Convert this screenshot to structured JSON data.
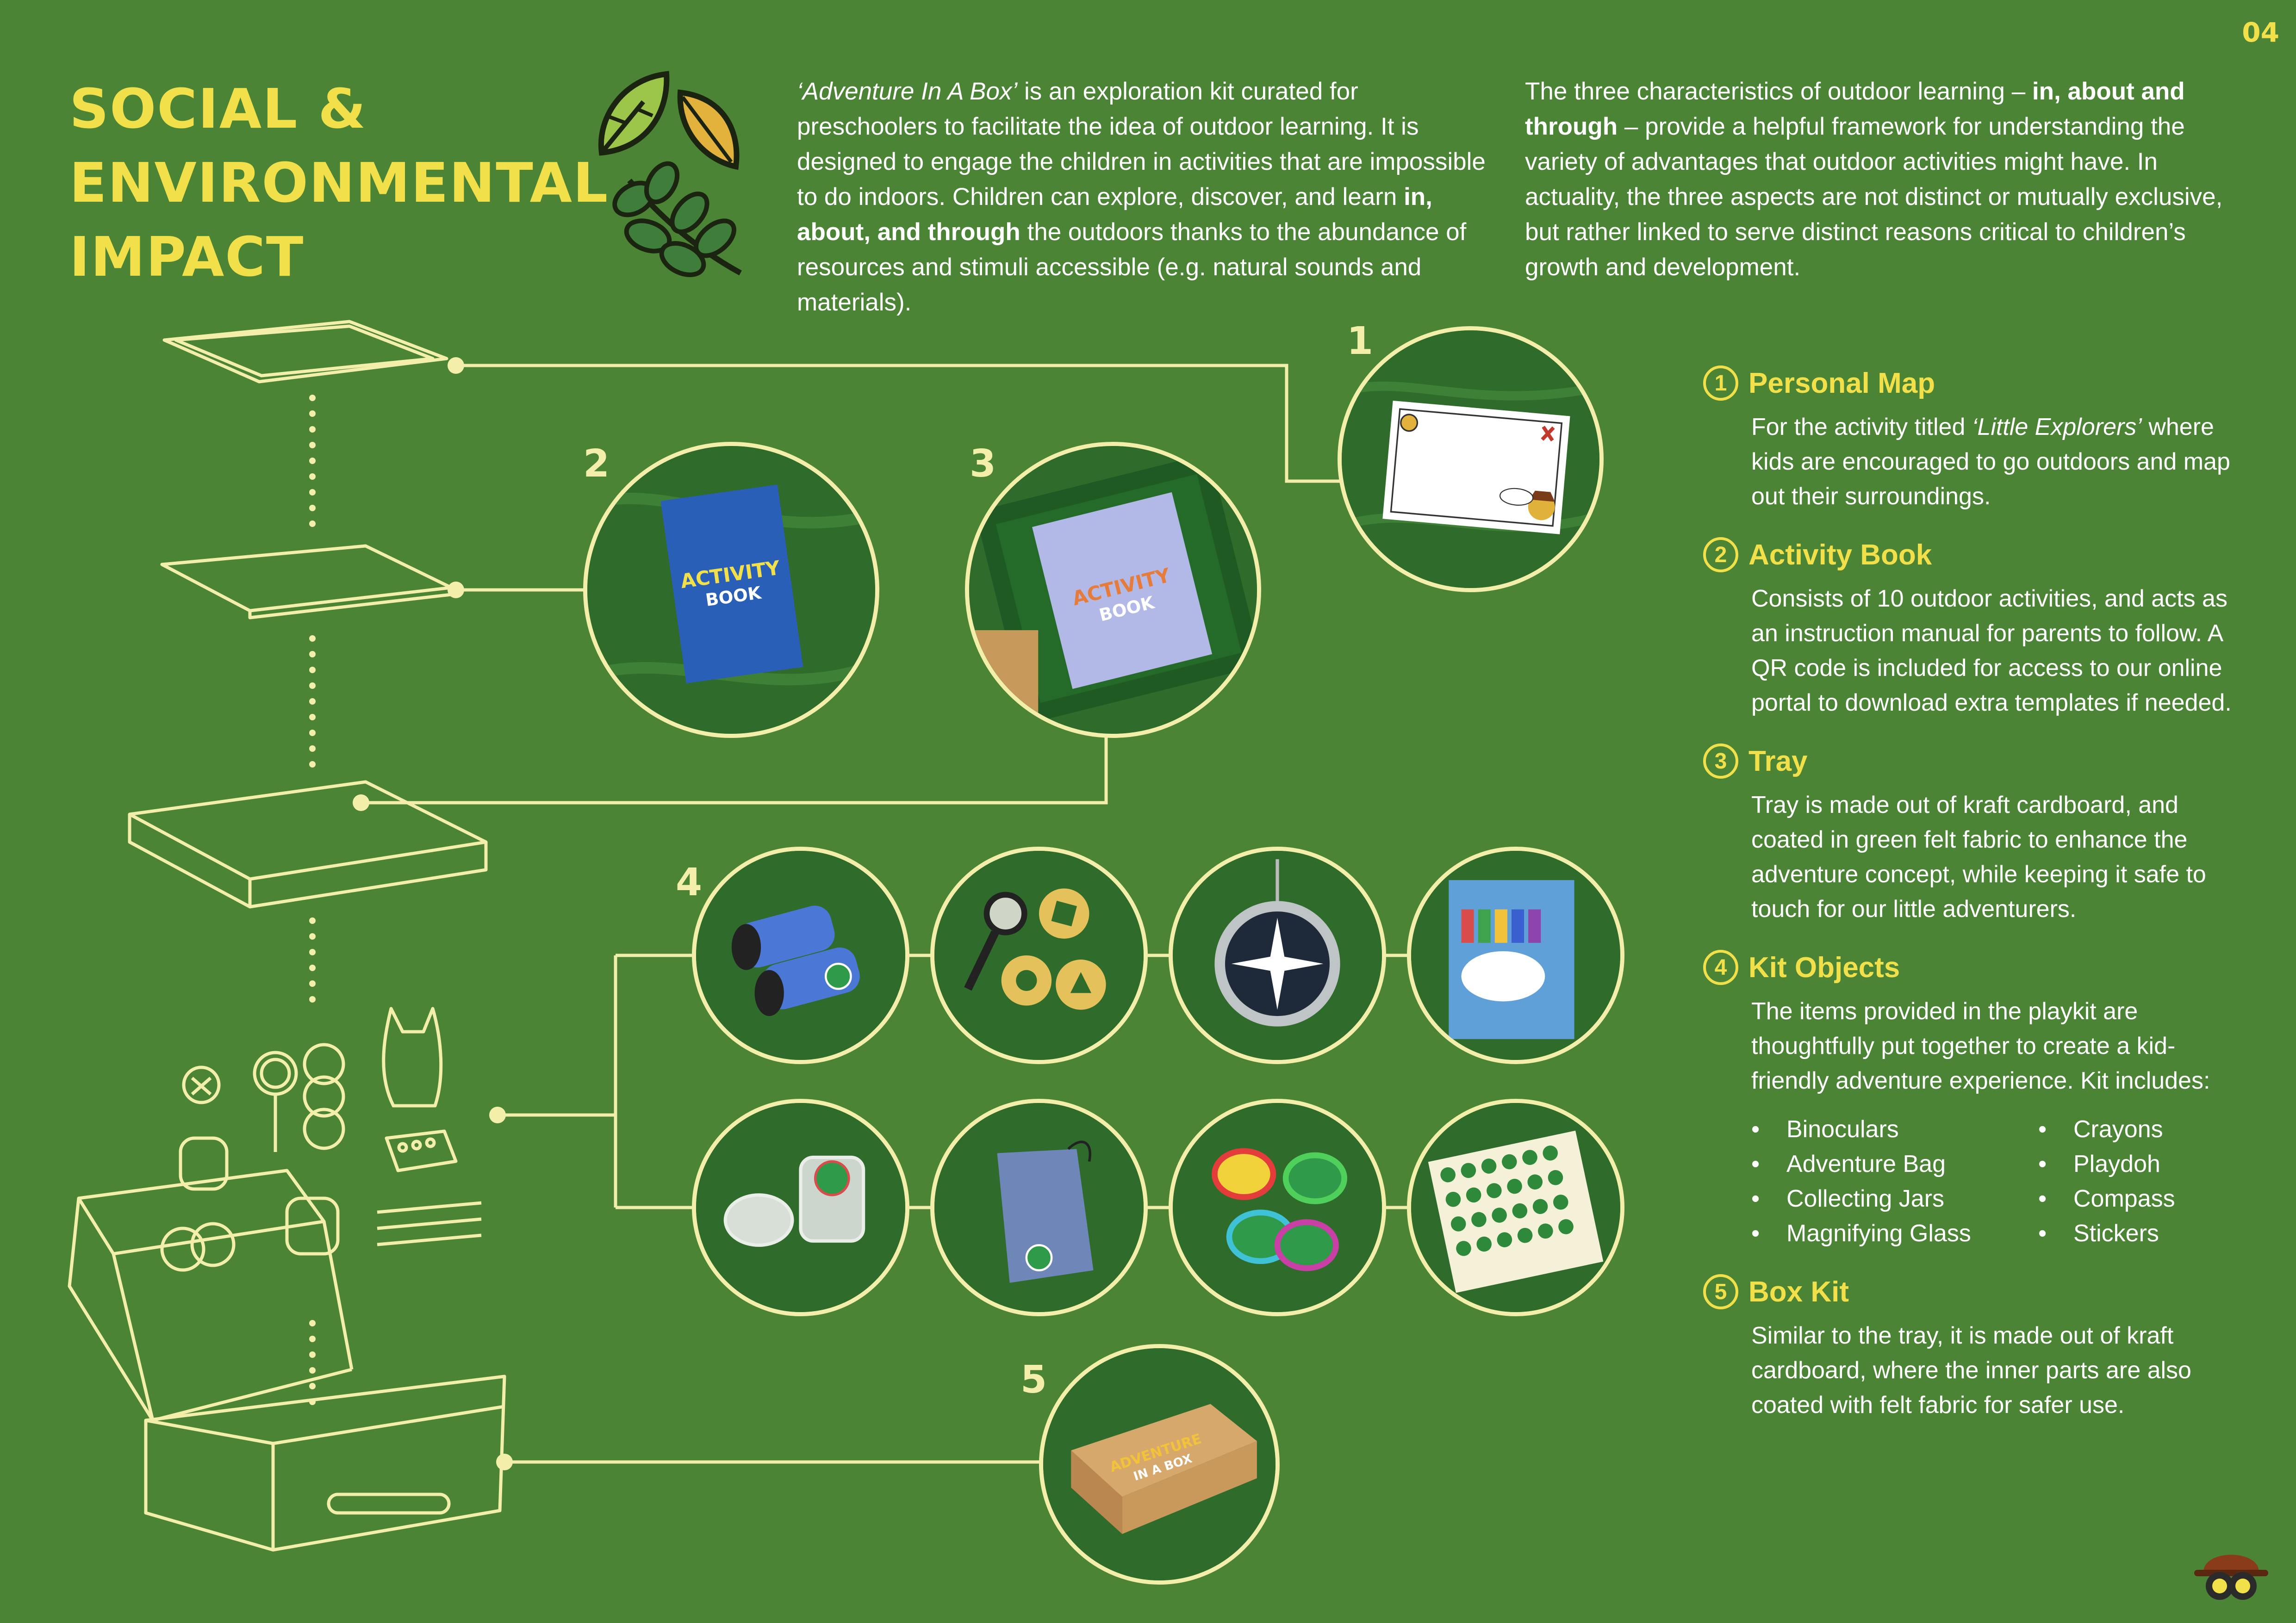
{
  "page_number": "04",
  "title": {
    "line1": "SOCIAL &",
    "line2": "ENVIRONMENTAL",
    "line3": "IMPACT"
  },
  "intro": {
    "col1": {
      "part1": "‘Adventure In A Box’",
      "part2": " is an exploration kit curated for preschoolers to facilitate the idea of outdoor learning. It is designed to engage the children in activities that are impossible to do indoors. Children can explore, discover, and learn ",
      "part3": "in, about, and through",
      "part4": " the outdoors thanks to the abundance of resources and stimuli accessible (e.g. natural sounds and materials)."
    },
    "col2": {
      "part1": "The three characteristics of outdoor learning – ",
      "part2": "in, about and through",
      "part3": " – provide a helpful framework for understanding the variety of advantages that  outdoor activities might have. In actuality, the three aspects are not distinct or mutually exclusive, but rather linked to serve distinct reasons critical to children’s growth and development."
    }
  },
  "photo_labels": {
    "n1": "1",
    "n2": "2",
    "n3": "3",
    "n4": "4",
    "n5": "5"
  },
  "photo_texts": {
    "book_line1": "ACTIVITY",
    "book_line2": "BOOK",
    "box_line1": "ADVENTURE",
    "box_line2": "IN A BOX"
  },
  "sections": [
    {
      "num": "1",
      "title": "Personal Map",
      "body_a": "For the activity titled ",
      "body_b": "‘Little Explorers’",
      "body_c": " where kids are encouraged to go outdoors and map out their surroundings."
    },
    {
      "num": "2",
      "title": "Activity Book",
      "body": "Consists of 10 outdoor activities, and acts as an instruction manual for parents to follow. A QR code is included for access to our online portal to download extra templates if needed."
    },
    {
      "num": "3",
      "title": "Tray",
      "body": "Tray is made out of kraft cardboard, and coated in green felt fabric to enhance the adventure concept, while keeping it safe to touch for our little adventurers."
    },
    {
      "num": "4",
      "title": "Kit Objects",
      "body": "The items provided in the playkit are thoughtfully put together to create a kid-friendly adventure experience. Kit includes:",
      "items_left": [
        "Binoculars",
        "Adventure Bag",
        "Collecting Jars",
        "Magnifying Glass"
      ],
      "items_right": [
        "Crayons",
        "Playdoh",
        "Compass",
        "Stickers"
      ]
    },
    {
      "num": "5",
      "title": "Box Kit",
      "body": "Similar to the tray, it is made out of kraft cardboard, where the inner parts are also coated with felt fabric for safer use."
    }
  ],
  "colors": {
    "background": "#4a8434",
    "accent_yellow": "#f2e04a",
    "line_cream": "#f3eeaa"
  },
  "icons": [
    "leaf-outline-icon",
    "leaf-orange-icon",
    "leaf-branch-icon",
    "mascot-explorer-icon"
  ]
}
